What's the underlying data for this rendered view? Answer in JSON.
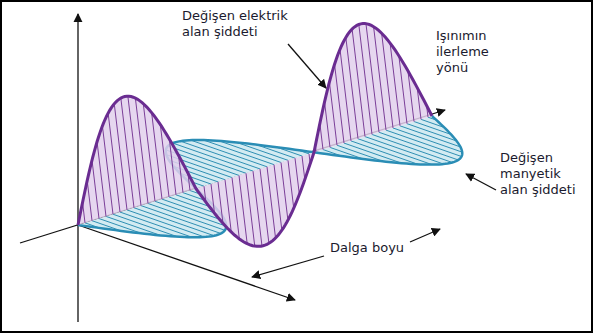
{
  "diagram": {
    "labels": [
      "Değişen elektrik alan şiddeti",
      "Işınımın ilerleme yönü",
      "Değişen manyetik alan şiddeti",
      "Dalga boyu"
    ]
  }
}
